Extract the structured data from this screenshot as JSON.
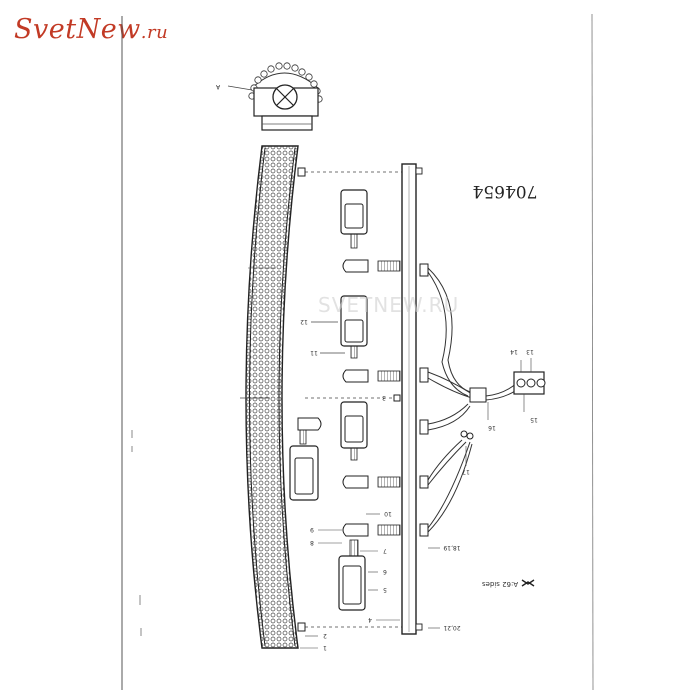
{
  "logo": {
    "text": "SvetNew.ru",
    "main": "SvetNew",
    "suffix": ".ru",
    "color": "#c23a25"
  },
  "watermark": "SVETNEW.RU",
  "model_number": "704654",
  "note": "A:62 sides",
  "callouts": {
    "a": "A",
    "c1": "1",
    "c2": "2",
    "c3": "3",
    "c4": "4",
    "c5": "5",
    "c6": "6",
    "c7": "7",
    "c8": "8",
    "c9": "9",
    "c10": "10",
    "c11": "11",
    "c12": "12",
    "c13": "13",
    "c14": "14",
    "c15": "15",
    "c16": "16",
    "c17": "17",
    "c18_19": "18,19",
    "c20_21": "20,21"
  }
}
